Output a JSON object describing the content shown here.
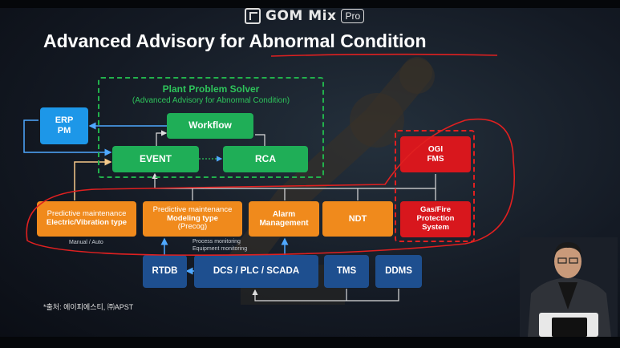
{
  "app": {
    "brand_name": "GOM Mix",
    "brand_tag": "Pro"
  },
  "slide": {
    "title": "Advanced Advisory for Abnormal Condition",
    "solver_title": "Plant Problem Solver",
    "solver_subtitle": "(Advanced Advisory for Abnormal Condition)",
    "erp": {
      "line1": "ERP",
      "line2": "PM"
    },
    "workflow": "Workflow",
    "event": "EVENT",
    "rca": "RCA",
    "ogi": {
      "line1": "OGI",
      "line2": "FMS"
    },
    "pm_ev": {
      "line1": "Predictive maintenance",
      "line2": "Electric/Vibration type"
    },
    "pm_model": {
      "line1": "Predictive maintenance",
      "line2": "Modeling type",
      "line3": "(Precog)"
    },
    "alarm": {
      "line1": "Alarm",
      "line2": "Management"
    },
    "ndt": "NDT",
    "gas": {
      "line1": "Gas/Fire",
      "line2": "Protection",
      "line3": "System"
    },
    "manual_auto": "Manual / Auto",
    "process_monitoring": "Process monitoring",
    "equipment_monitoring": "Equipment monitoring",
    "rtdb": "RTDB",
    "dcs": "DCS / PLC / SCADA",
    "tms": "TMS",
    "ddms": "DDMS",
    "source": "*출처: 에이피에스티, ㈜APST"
  },
  "colors": {
    "blue": "#1d97e8",
    "green": "#1fae57",
    "orange": "#f08a1c",
    "red": "#d8171d",
    "navy": "#1e4f8f",
    "annotation": "#e02020"
  },
  "icons": [
    "gom-logo-icon"
  ]
}
